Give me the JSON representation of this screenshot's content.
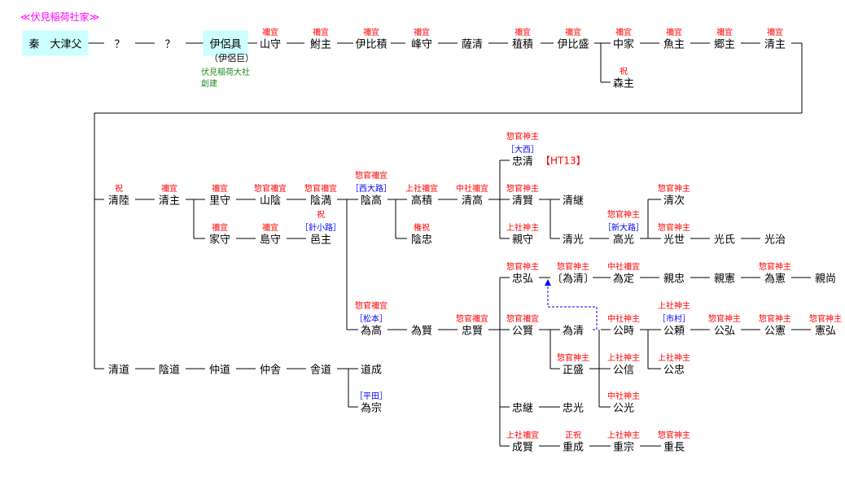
{
  "page_title": "≪伏見稲荷社家≫",
  "colors": {
    "title": "#ff00ff",
    "rank": "#ff0000",
    "family": "#0000ff",
    "note": "#228b22",
    "highlight_box": "#ccffff"
  },
  "founder_alias": "（伊侶巨）",
  "founder_note_line1": "伏見稲荷大社",
  "founder_note_line2": "創建",
  "ht_ref": "【HT13】",
  "persons": [
    {
      "name": "秦　大津父",
      "boxed": true
    },
    {
      "name": "？"
    },
    {
      "name": "？"
    },
    {
      "name": "伊侶具",
      "boxed": true
    },
    {
      "name": "山守",
      "title": "禰宜"
    },
    {
      "name": "鮒主",
      "title": "禰宜"
    },
    {
      "name": "伊比積",
      "title": "禰宜"
    },
    {
      "name": "峰守",
      "title": "禰宜"
    },
    {
      "name": "薩清"
    },
    {
      "name": "稙積",
      "title": "禰宜"
    },
    {
      "name": "伊比盛",
      "title": "禰宜"
    },
    {
      "name": "中家",
      "title": "禰宜"
    },
    {
      "name": "魚主",
      "title": "禰宜"
    },
    {
      "name": "郷主",
      "title": "禰宜"
    },
    {
      "name": "清主",
      "title": "禰宜"
    },
    {
      "name": "森主",
      "title": "祝"
    },
    {
      "name": "清陸",
      "title": "祝"
    },
    {
      "name": "清主",
      "title": "禰宜"
    },
    {
      "name": "里守",
      "title": "禰宜"
    },
    {
      "name": "山陰",
      "title": "惣官禰宜"
    },
    {
      "name": "陰満",
      "title": "惣官禰宜"
    },
    {
      "name": "陰高",
      "title": "惣官禰宜",
      "family": "［西大路］"
    },
    {
      "name": "高積",
      "title": "上社禰宜"
    },
    {
      "name": "清高",
      "title": "中社禰宜"
    },
    {
      "name": "家守",
      "title": "禰宜"
    },
    {
      "name": "島守",
      "title": "禰宜"
    },
    {
      "name": "邑主",
      "title": "祝",
      "family": "［針小路］"
    },
    {
      "name": "陰忠",
      "title": "権祝"
    },
    {
      "name": "忠清",
      "title": "惣官神主",
      "family": "［大西］"
    },
    {
      "name": "清賢",
      "title": "惣官神主"
    },
    {
      "name": "清継"
    },
    {
      "name": "親守",
      "title": "上社神主"
    },
    {
      "name": "清光"
    },
    {
      "name": "高光",
      "title": "惣官神主",
      "family": "［新大路］"
    },
    {
      "name": "清次",
      "title": "惣官神主"
    },
    {
      "name": "光世",
      "title": "惣官神主"
    },
    {
      "name": "光氏"
    },
    {
      "name": "光治"
    },
    {
      "name": "忠弘",
      "title": "惣官神主"
    },
    {
      "name": "〔為清〕",
      "title": "惣官神主"
    },
    {
      "name": "為定",
      "title": "中社禰宜"
    },
    {
      "name": "親忠"
    },
    {
      "name": "親憲"
    },
    {
      "name": "為憲",
      "title": "惣官神主"
    },
    {
      "name": "親尚"
    },
    {
      "name": "為高",
      "title": "惣官禰宜",
      "family": "［松本］"
    },
    {
      "name": "為賢"
    },
    {
      "name": "忠賢",
      "title": "惣官禰宜"
    },
    {
      "name": "公賢",
      "title": "惣官禰宜"
    },
    {
      "name": "為清"
    },
    {
      "name": "公時",
      "title": "中社神主"
    },
    {
      "name": "公頼",
      "title": "上社神主",
      "family": "［市村］"
    },
    {
      "name": "公弘",
      "title": "惣官神主"
    },
    {
      "name": "公憲",
      "title": "惣官神主"
    },
    {
      "name": "憲弘",
      "title": "惣官神主"
    },
    {
      "name": "正盛",
      "title": "惣官神主"
    },
    {
      "name": "公信",
      "title": "上社神主"
    },
    {
      "name": "公忠",
      "title": "上社神主"
    },
    {
      "name": "公光",
      "title": "中社神主"
    },
    {
      "name": "忠継"
    },
    {
      "name": "忠光"
    },
    {
      "name": "成賢",
      "title": "上社禰宜"
    },
    {
      "name": "重成",
      "title": "正祝"
    },
    {
      "name": "重宗",
      "title": "上社神主"
    },
    {
      "name": "重長",
      "title": "惣官神主"
    },
    {
      "name": "清道"
    },
    {
      "name": "陰道"
    },
    {
      "name": "仲道"
    },
    {
      "name": "仲舎"
    },
    {
      "name": "舎道"
    },
    {
      "name": "道成"
    },
    {
      "name": "為宗",
      "family": "［平田］"
    }
  ]
}
